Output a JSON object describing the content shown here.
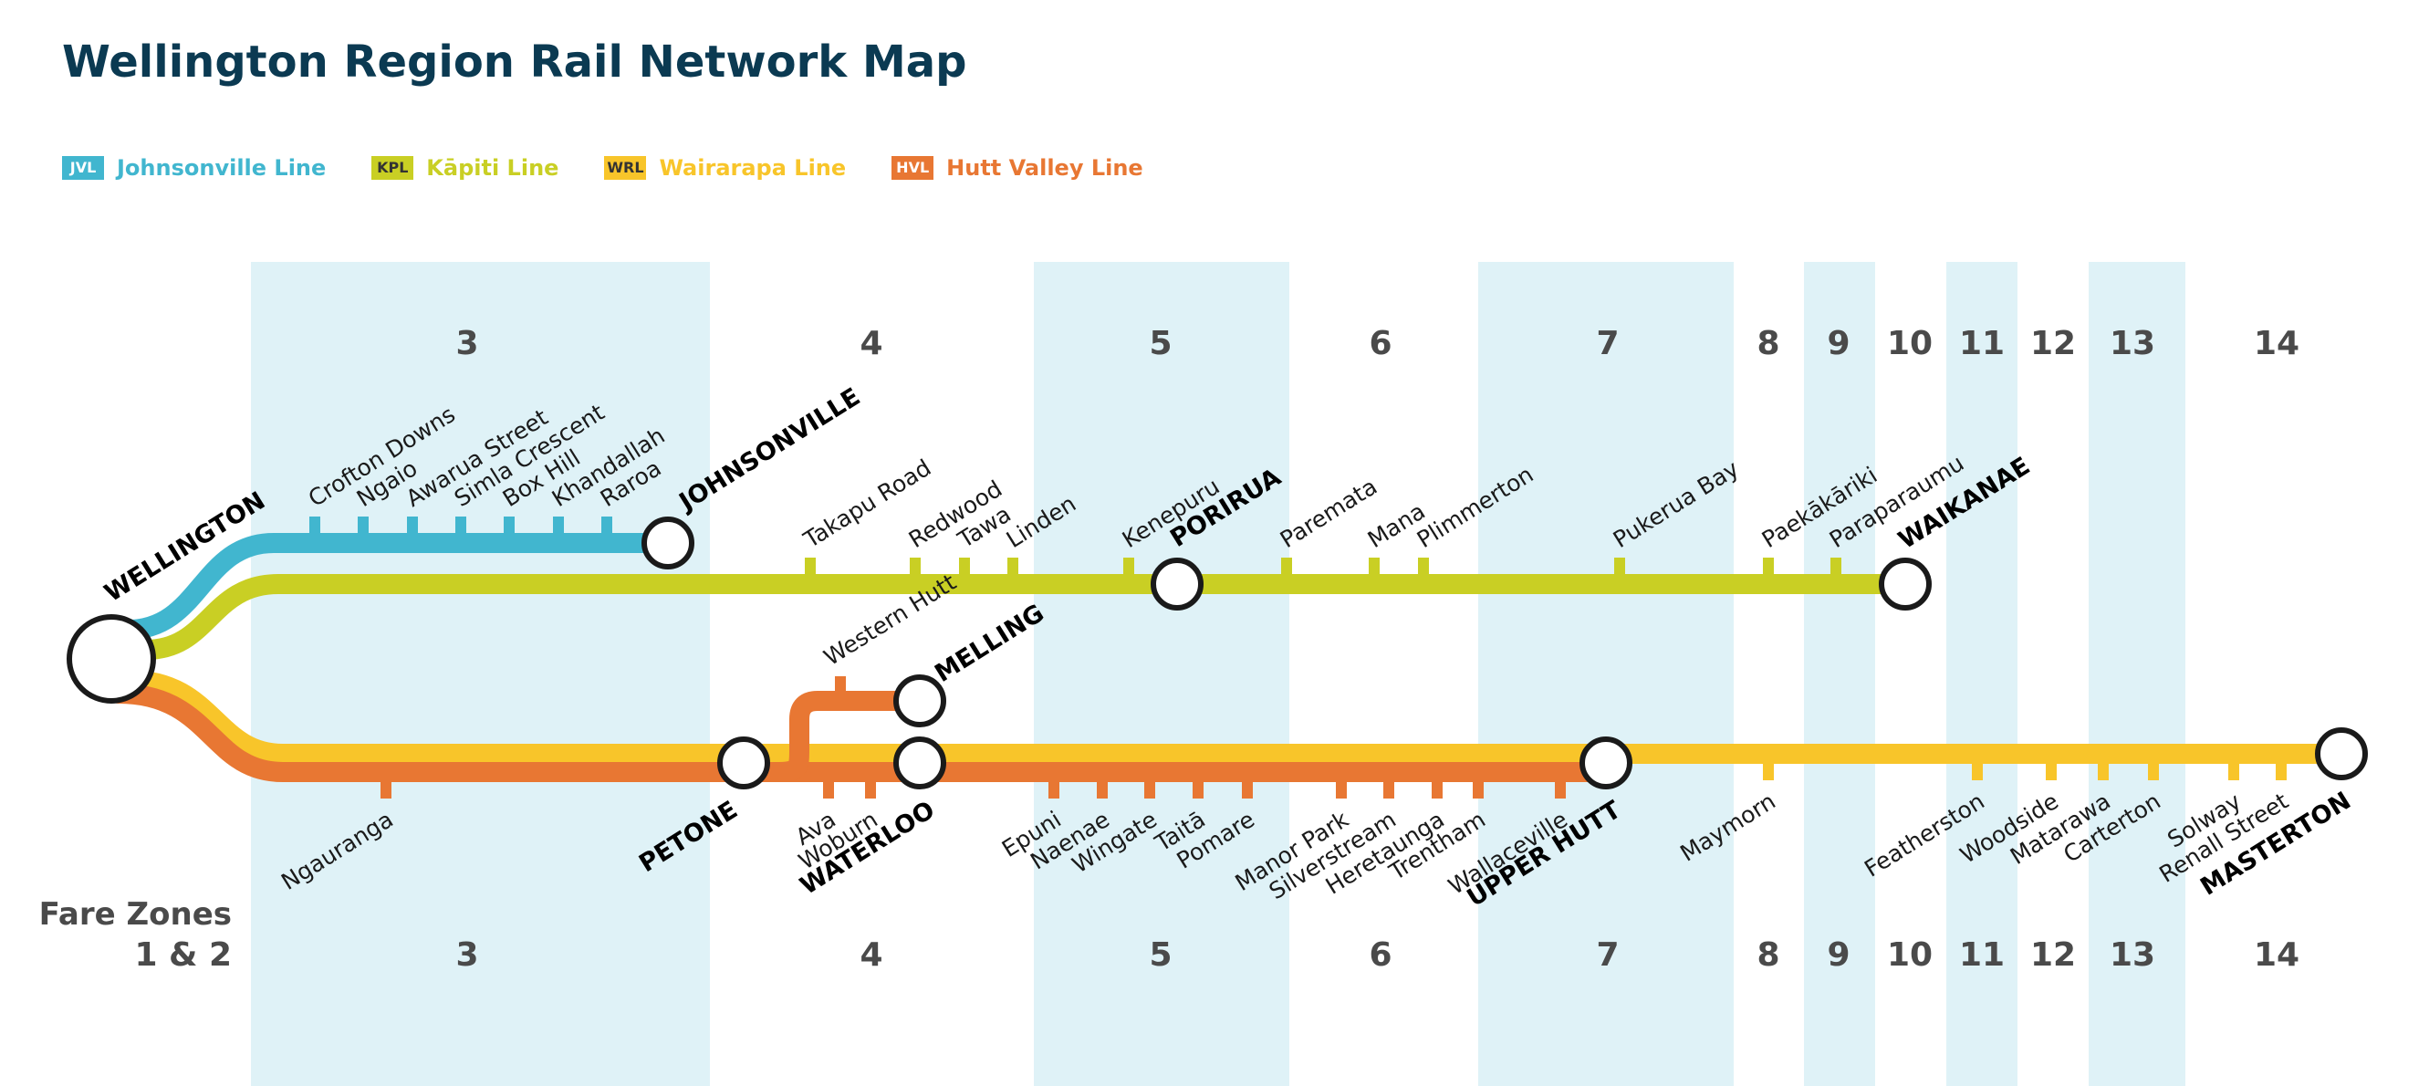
{
  "title": "Wellington Region Rail Network Map",
  "legend": [
    {
      "code": "JVL",
      "name": "Johnsonville Line",
      "color": "#41b6cf"
    },
    {
      "code": "KPL",
      "name": "Kāpiti Line",
      "color": "#c9cf24"
    },
    {
      "code": "WRL",
      "name": "Wairarapa Line",
      "color": "#f8c52a"
    },
    {
      "code": "HVL",
      "name": "Hutt Valley Line",
      "color": "#e87733"
    }
  ],
  "fare_zones": {
    "title": "Fare Zones",
    "first_zone_label": "1 & 2",
    "zones": [
      "3",
      "4",
      "5",
      "6",
      "7",
      "8",
      "9",
      "10",
      "11",
      "12",
      "13",
      "14"
    ]
  },
  "hub": "WELLINGTON",
  "johnsonville_line": {
    "stations": [
      "Crofton Downs",
      "Ngaio",
      "Awarua Street",
      "Simla Crescent",
      "Box Hill",
      "Khandallah",
      "Raroa"
    ],
    "terminus": "JOHNSONVILLE"
  },
  "kapiti_line": {
    "stations": [
      "Takapu Road",
      "Redwood",
      "Tawa",
      "Linden",
      "Kenepuru",
      "Paremata",
      "Mana",
      "Plimmerton",
      "Pukerua Bay",
      "Paekākāriki",
      "Paraparaumu"
    ],
    "major": "PORIRUA",
    "terminus": "WAIKANAE"
  },
  "melling_branch": {
    "stations": [
      "Western Hutt"
    ],
    "terminus": "MELLING"
  },
  "hutt_valley_line": {
    "stations": [
      "Ngauranga",
      "Ava",
      "Woburn",
      "Epuni",
      "Naenae",
      "Wingate",
      "Taitā",
      "Pomare",
      "Manor Park",
      "Silverstream",
      "Heretaunga",
      "Trentham",
      "Wallaceville"
    ],
    "interchanges": [
      "PETONE",
      "WATERLOO"
    ],
    "terminus": "UPPER HUTT"
  },
  "wairarapa_line": {
    "stations": [
      "Maymorn",
      "Featherston",
      "Woodside",
      "Matarawa",
      "Carterton",
      "Solway",
      "Renall Street"
    ],
    "terminus": "MASTERTON"
  },
  "colors": {
    "title": "#0b3a52",
    "zone_shading": "#dff2f7",
    "zone_number": "#4a4a4a",
    "station_text": "#1a1a1a",
    "interchange_ring": "#1a1a1a"
  }
}
